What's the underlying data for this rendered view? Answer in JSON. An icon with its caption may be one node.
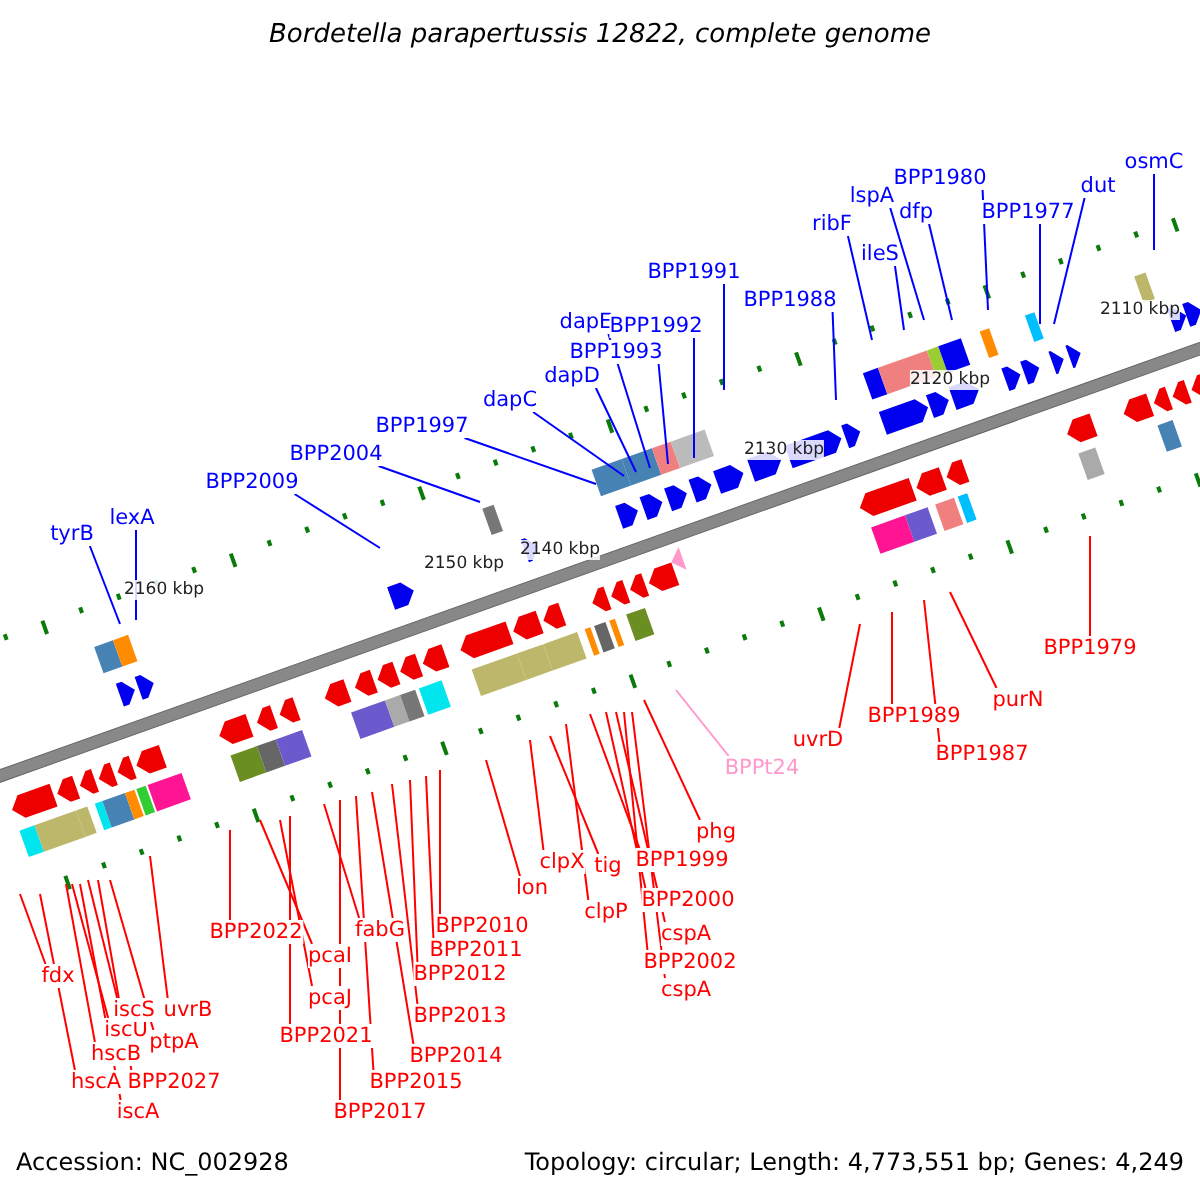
{
  "diagram": {
    "title": "Bordetella parapertussis 12822, complete genome",
    "nodes": [
      {
        "text": [
          "tyrB"
        ]
      },
      {
        "text": [
          "lexA"
        ]
      },
      {
        "text": [
          "BPP2009"
        ]
      },
      {
        "text": [
          "BPP2004"
        ]
      },
      {
        "text": [
          "BPP1997"
        ]
      },
      {
        "text": [
          "dapC"
        ]
      },
      {
        "text": [
          "dapD"
        ]
      },
      {
        "text": [
          "dapE"
        ]
      },
      {
        "text": [
          "BPP1993"
        ]
      },
      {
        "text": [
          "BPP1992"
        ]
      },
      {
        "text": [
          "BPP1991"
        ]
      },
      {
        "text": [
          "BPP1988"
        ]
      },
      {
        "text": [
          "ribF"
        ]
      },
      {
        "text": [
          "ileS"
        ]
      },
      {
        "text": [
          "lspA"
        ]
      },
      {
        "text": [
          "dfp"
        ]
      },
      {
        "text": [
          "BPP1980"
        ]
      },
      {
        "text": [
          "BPP1977"
        ]
      },
      {
        "text": [
          "dut"
        ]
      },
      {
        "text": [
          "osmC"
        ]
      },
      {
        "text": [
          "fdx"
        ]
      },
      {
        "text": [
          "hscA"
        ]
      },
      {
        "text": [
          "hscB"
        ]
      },
      {
        "text": [
          "iscU"
        ]
      },
      {
        "text": [
          "iscA"
        ]
      },
      {
        "text": [
          "iscS"
        ]
      },
      {
        "text": [
          "BPP2027"
        ]
      },
      {
        "text": [
          "ptpA"
        ]
      },
      {
        "text": [
          "uvrB"
        ]
      },
      {
        "text": [
          "BPP2022"
        ]
      },
      {
        "text": [
          "pcaI"
        ]
      },
      {
        "text": [
          "pcaJ"
        ]
      },
      {
        "text": [
          "BPP2021"
        ]
      },
      {
        "text": [
          "fabG"
        ]
      },
      {
        "text": [
          "BPP2017"
        ]
      },
      {
        "text": [
          "BPP2015"
        ]
      },
      {
        "text": [
          "BPP2014"
        ]
      },
      {
        "text": [
          "BPP2013"
        ]
      },
      {
        "text": [
          "BPP2012"
        ]
      },
      {
        "text": [
          "BPP2011"
        ]
      },
      {
        "text": [
          "BPP2010"
        ]
      },
      {
        "text": [
          "lon"
        ]
      },
      {
        "text": [
          "clpX"
        ]
      },
      {
        "text": [
          "tig"
        ]
      },
      {
        "text": [
          "clpP"
        ]
      },
      {
        "text": [
          "BPP1999"
        ]
      },
      {
        "text": [
          "BPP2000"
        ]
      },
      {
        "text": [
          "cspA"
        ]
      },
      {
        "text": [
          "BPP2002"
        ]
      },
      {
        "text": [
          "cspA"
        ]
      },
      {
        "text": [
          "phg"
        ]
      },
      {
        "text": [
          "BPPt24"
        ]
      },
      {
        "text": [
          "uvrD"
        ]
      },
      {
        "text": [
          "BPP1989"
        ]
      },
      {
        "text": [
          "BPP1987"
        ]
      },
      {
        "text": [
          "purN"
        ]
      },
      {
        "text": [
          "BPP1979"
        ]
      }
    ],
    "edges": [
      {
        "from": 0,
        "to": null,
        "arrow": "none",
        "color": "#0000ff"
      },
      {
        "from": 1,
        "to": null,
        "arrow": "none",
        "color": "#0000ff"
      },
      {
        "from": 2,
        "to": null,
        "arrow": "none",
        "color": "#0000ff"
      },
      {
        "from": 3,
        "to": null,
        "arrow": "none",
        "color": "#0000ff"
      },
      {
        "from": 4,
        "to": null,
        "arrow": "none",
        "color": "#0000ff"
      },
      {
        "from": 5,
        "to": null,
        "arrow": "none",
        "color": "#0000ff"
      },
      {
        "from": 6,
        "to": null,
        "arrow": "none",
        "color": "#0000ff"
      },
      {
        "from": 7,
        "to": null,
        "arrow": "none",
        "color": "#0000ff"
      },
      {
        "from": 8,
        "to": null,
        "arrow": "none",
        "color": "#0000ff"
      },
      {
        "from": 9,
        "to": null,
        "arrow": "none",
        "color": "#0000ff"
      },
      {
        "from": 10,
        "to": null,
        "arrow": "none",
        "color": "#0000ff"
      },
      {
        "from": 11,
        "to": null,
        "arrow": "none",
        "color": "#0000ff"
      },
      {
        "from": 12,
        "to": null,
        "arrow": "none",
        "color": "#0000ff"
      },
      {
        "from": 13,
        "to": null,
        "arrow": "none",
        "color": "#0000ff"
      },
      {
        "from": 14,
        "to": null,
        "arrow": "none",
        "color": "#0000ff"
      },
      {
        "from": 15,
        "to": null,
        "arrow": "none",
        "color": "#0000ff"
      },
      {
        "from": 16,
        "to": null,
        "arrow": "none",
        "color": "#0000ff"
      },
      {
        "from": 17,
        "to": null,
        "arrow": "none",
        "color": "#0000ff"
      },
      {
        "from": 18,
        "to": null,
        "arrow": "none",
        "color": "#0000ff"
      },
      {
        "from": 19,
        "to": null,
        "arrow": "none",
        "color": "#0000ff"
      },
      {
        "from": 20,
        "to": null,
        "arrow": "none"
      },
      {
        "from": 21,
        "to": null,
        "arrow": "none"
      },
      {
        "from": 22,
        "to": null,
        "arrow": "none"
      },
      {
        "from": 23,
        "to": null,
        "arrow": "none"
      },
      {
        "from": 24,
        "to": null,
        "arrow": "none"
      },
      {
        "from": 25,
        "to": null,
        "arrow": "none"
      },
      {
        "from": 26,
        "to": null,
        "arrow": "none"
      },
      {
        "from": 27,
        "to": null,
        "arrow": "none"
      },
      {
        "from": 28,
        "to": null,
        "arrow": "none"
      },
      {
        "from": 29,
        "to": null,
        "arrow": "none"
      },
      {
        "from": 30,
        "to": null,
        "arrow": "none"
      },
      {
        "from": 31,
        "to": null,
        "arrow": "none"
      },
      {
        "from": 32,
        "to": null,
        "arrow": "none"
      },
      {
        "from": 33,
        "to": null,
        "arrow": "none"
      },
      {
        "from": 34,
        "to": null,
        "arrow": "none"
      },
      {
        "from": 35,
        "to": null,
        "arrow": "none"
      },
      {
        "from": 36,
        "to": null,
        "arrow": "none"
      },
      {
        "from": 37,
        "to": null,
        "arrow": "none"
      },
      {
        "from": 38,
        "to": null,
        "arrow": "none"
      },
      {
        "from": 39,
        "to": null,
        "arrow": "none"
      },
      {
        "from": 40,
        "to": null,
        "arrow": "none"
      },
      {
        "from": 41,
        "to": null,
        "arrow": "none"
      },
      {
        "from": 42,
        "to": null,
        "arrow": "none"
      },
      {
        "from": 43,
        "to": null,
        "arrow": "none"
      },
      {
        "from": 44,
        "to": null,
        "arrow": "none"
      },
      {
        "from": 45,
        "to": null,
        "arrow": "none"
      },
      {
        "from": 46,
        "to": null,
        "arrow": "none"
      },
      {
        "from": 47,
        "to": null,
        "arrow": "none"
      },
      {
        "from": 48,
        "to": null,
        "arrow": "none"
      },
      {
        "from": 49,
        "to": null,
        "arrow": "none"
      },
      {
        "from": 50,
        "to": null,
        "arrow": "none"
      },
      {
        "from": 51,
        "to": null,
        "arrow": "none",
        "color": "#ff99cc"
      },
      {
        "from": 52,
        "to": null,
        "arrow": "none"
      },
      {
        "from": 53,
        "to": null,
        "arrow": "none"
      },
      {
        "from": 54,
        "to": null,
        "arrow": "none"
      },
      {
        "from": 55,
        "to": null,
        "arrow": "none"
      },
      {
        "from": 56,
        "to": null,
        "arrow": "none"
      }
    ],
    "labels": [
      "2110 kbp",
      "2120 kbp",
      "2130 kbp",
      "2140 kbp",
      "2150 kbp",
      "2160 kbp",
      "Accession: NC_002928",
      "Topology: circular; Length: 4,773,551 bp; Genes: 4,249"
    ]
  }
}
